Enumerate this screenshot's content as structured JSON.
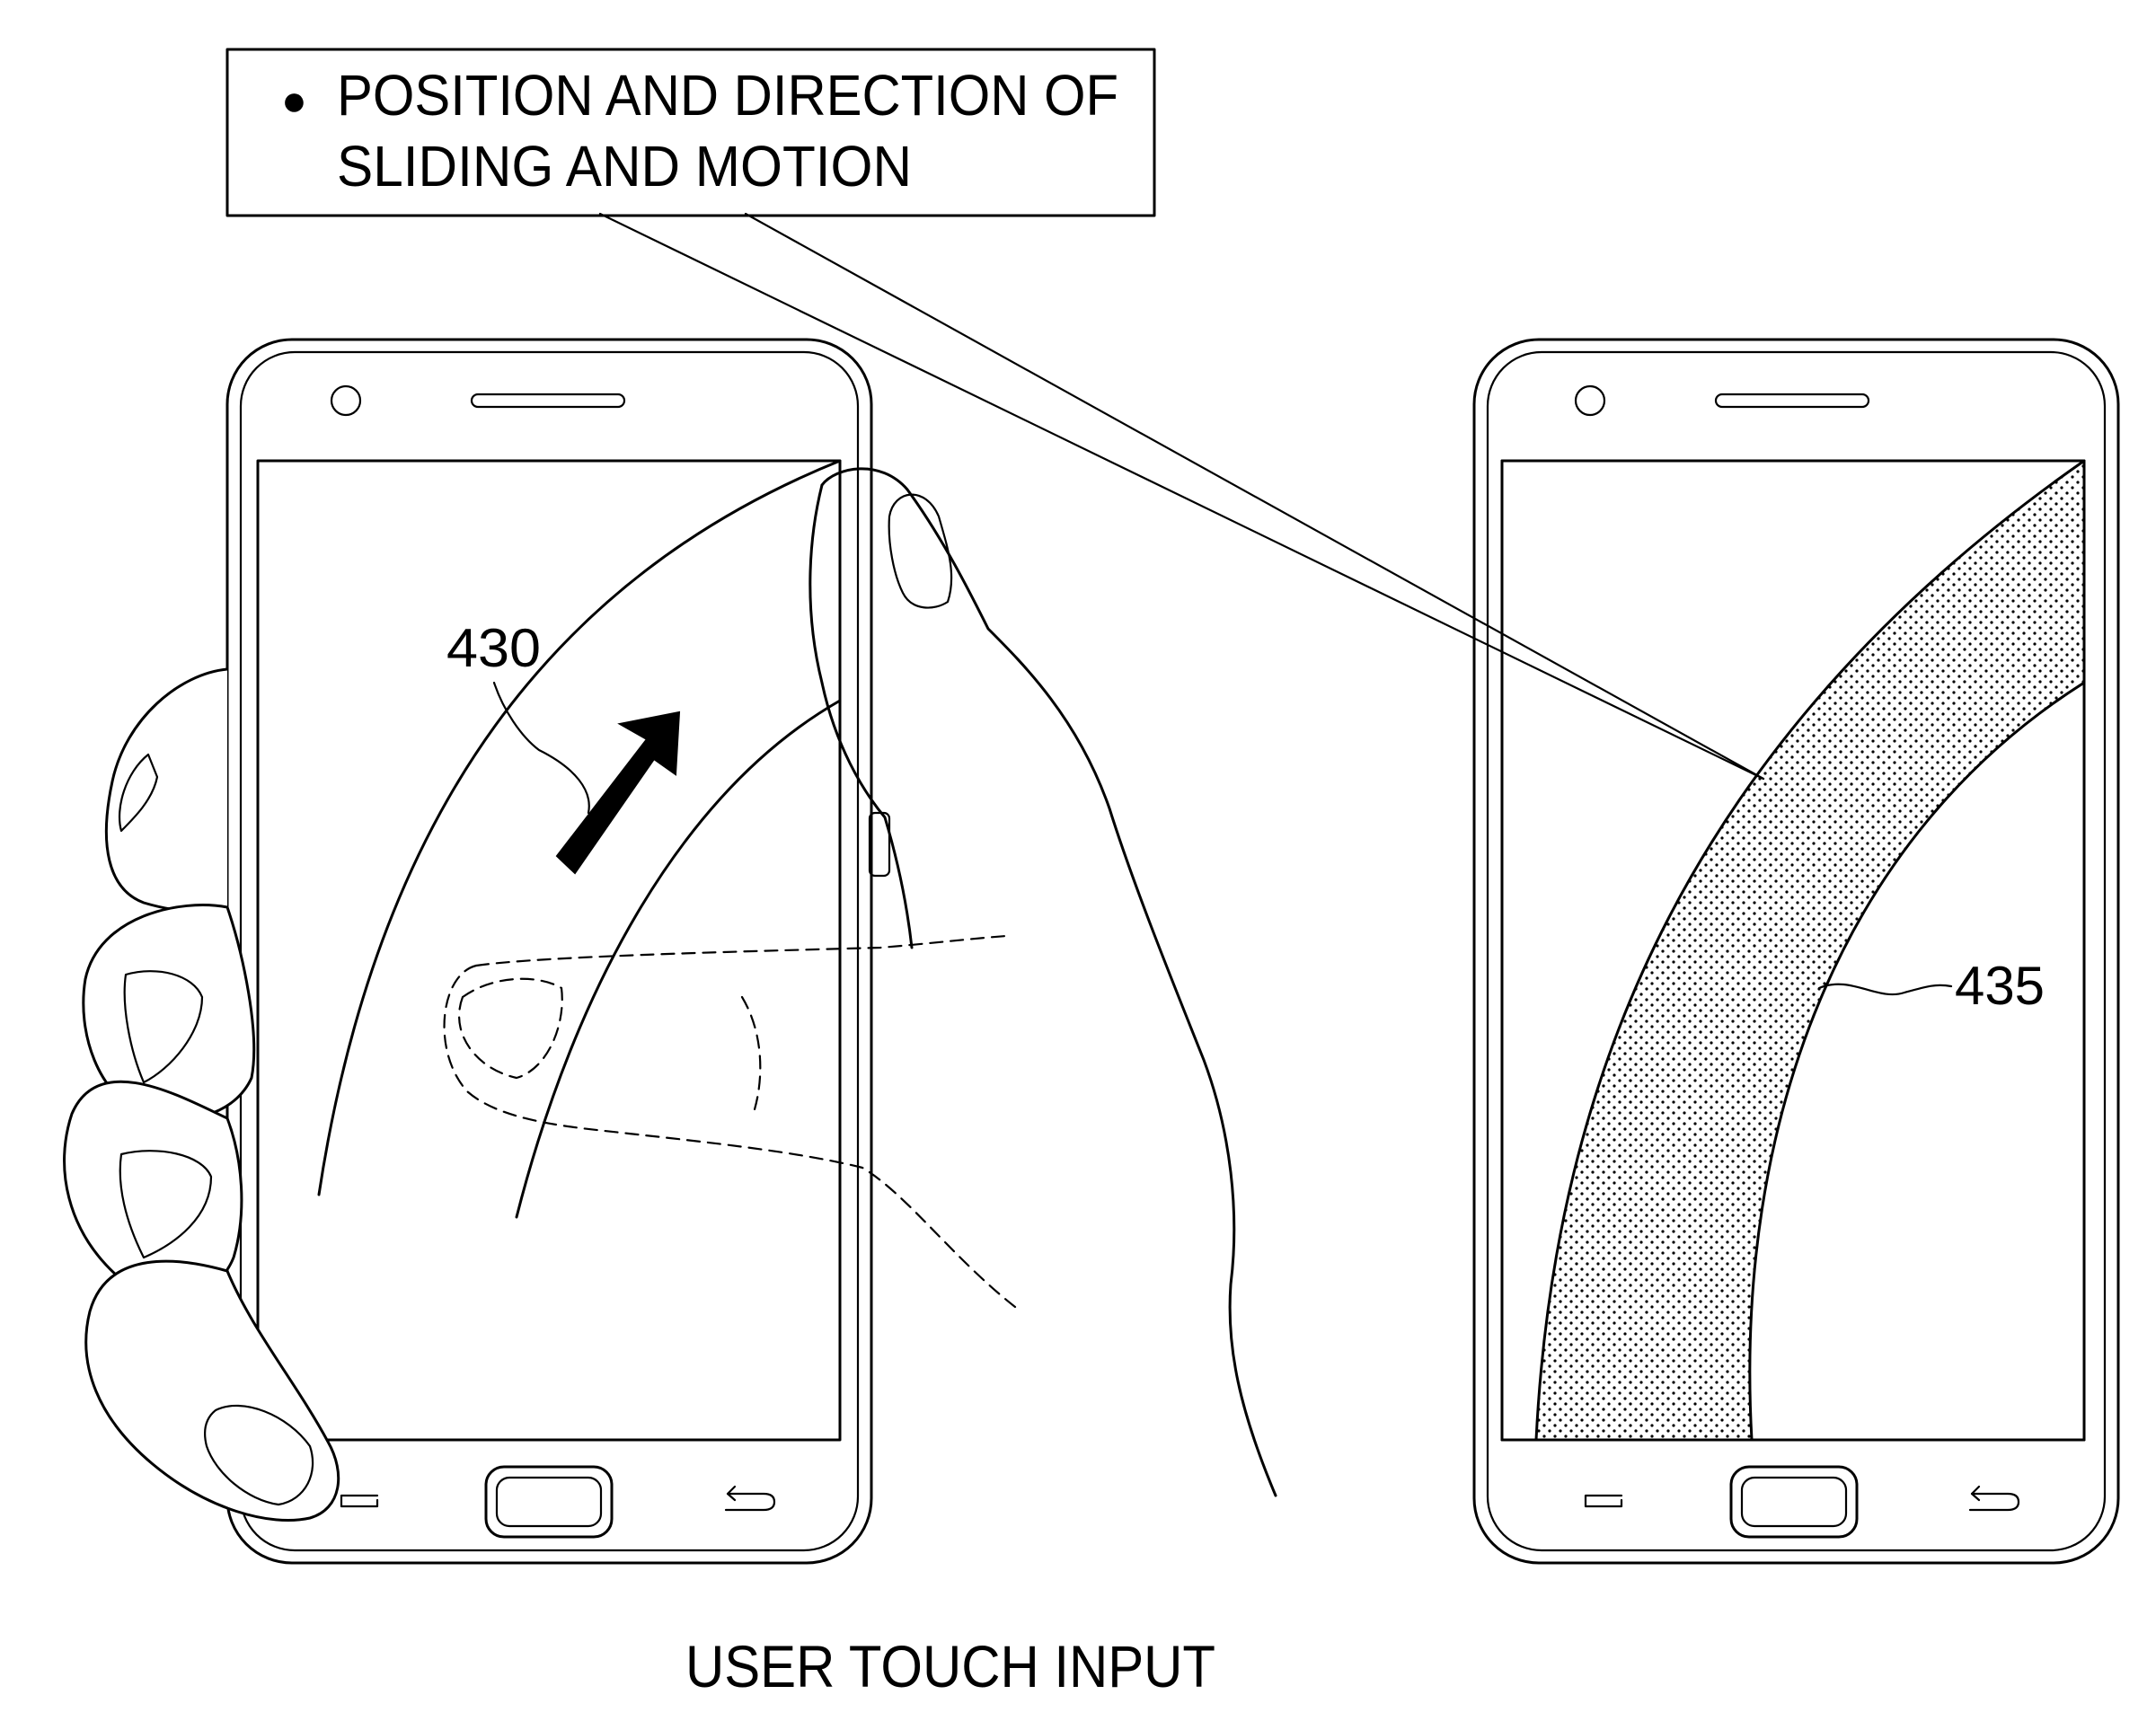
{
  "callout": {
    "bullet": "●",
    "line1": "POSITION AND DIRECTION OF",
    "line2": "SLIDING AND MOTION"
  },
  "labels": {
    "ref_430": "430",
    "ref_435": "435"
  },
  "caption": "USER TOUCH INPUT",
  "icons": {
    "menu": "menu-icon",
    "home": "home-button",
    "back": "back-icon",
    "arrow": "swipe-direction-arrow"
  },
  "colors": {
    "ink": "#000000",
    "paper": "#ffffff"
  }
}
